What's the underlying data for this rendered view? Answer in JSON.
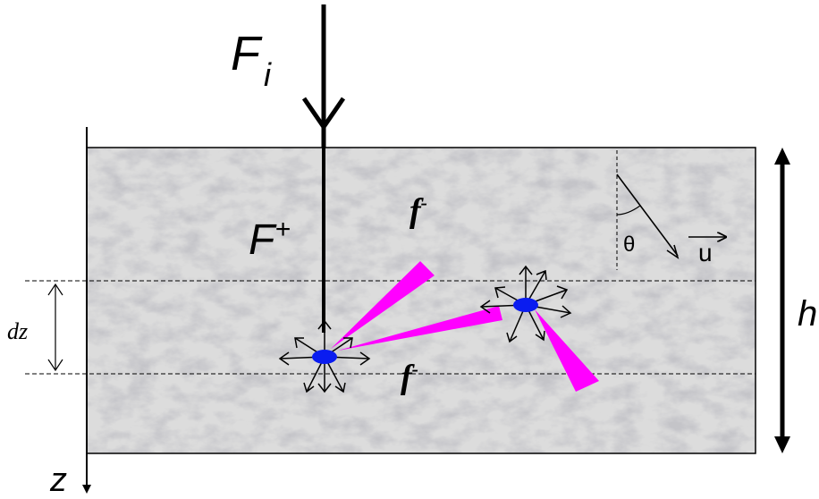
{
  "labels": {
    "incident_flux": "F",
    "incident_flux_sub": "i",
    "forward_flux": "F",
    "forward_flux_sup": "+",
    "upper_flux": "f",
    "upper_flux_sup": "-",
    "lower_flux": "f",
    "lower_flux_sup": "-",
    "angle": "θ",
    "direction_vector": "u",
    "layer_thickness": "dz",
    "depth_axis": "z",
    "total_thickness": "h"
  },
  "colors": {
    "medium_fill": "#dcdcdc",
    "scatterer": "#0a1cf0",
    "scatter_cone": "#ff00ff",
    "line": "#000000"
  }
}
